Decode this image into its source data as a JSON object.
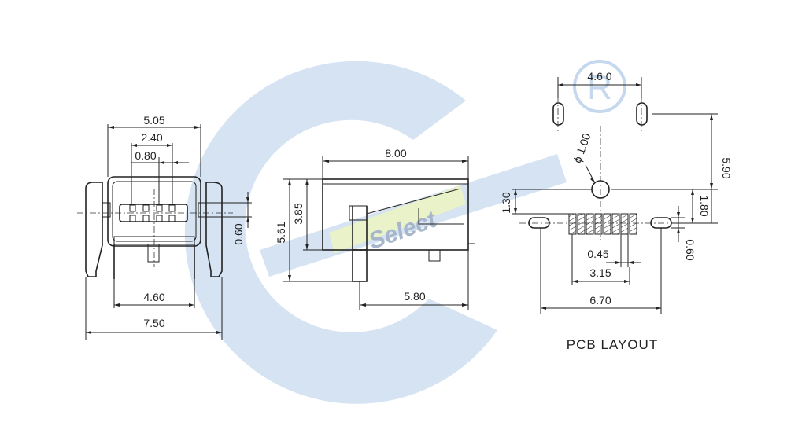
{
  "watermark": {
    "brand_text": "Select",
    "registered_mark": "R",
    "colors": {
      "ring": "#d5e3f2",
      "ring_dark": "#c6d8ee",
      "bar": "#e9f2c8",
      "text": "#a7b6ca"
    }
  },
  "front_view": {
    "dims": {
      "top_width": "5.05",
      "inner_width": "2.40",
      "pitch": "0.80",
      "tab_height": "0.60",
      "leg_span": "4.60",
      "overall_width": "7.50"
    }
  },
  "side_view": {
    "dims": {
      "length": "8.00",
      "height": "5.61",
      "body_height": "3.85",
      "rear_length": "5.80"
    }
  },
  "pcb_layout": {
    "title": "PCB LAYOUT",
    "dims": {
      "slot_span": "4.6 0",
      "hole_diameter": "ϕ 1.00",
      "slot_to_hole": "5.90",
      "hole_offset_left": "1.30",
      "hole_offset_right": "1.80",
      "pad_width": "0.45",
      "pad_span": "3.15",
      "pad_height": "0.60",
      "outer_span": "6.70"
    }
  }
}
